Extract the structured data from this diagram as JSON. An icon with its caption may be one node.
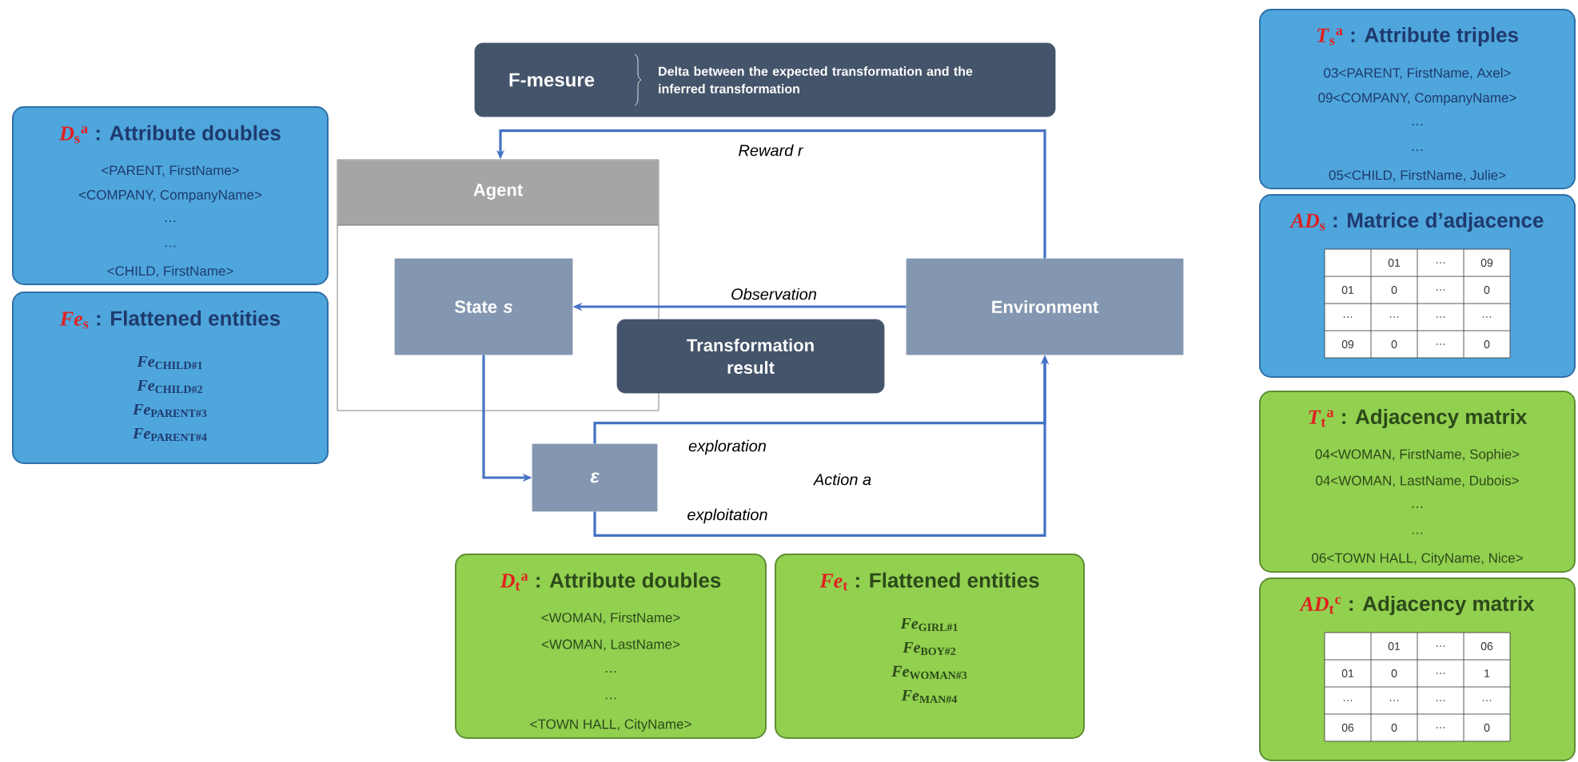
{
  "diagram": {
    "nodes": [
      {
        "text": [
          "F-mesure",
          "Delta between the expected transformation and the inferred transformation"
        ]
      },
      {
        "text": [
          "Agent"
        ]
      },
      {
        "text": [
          "State *s*"
        ],
        "in": 1
      },
      {
        "text": [
          "Transformation result"
        ]
      },
      {
        "text": [
          "Environment"
        ]
      },
      {
        "text": [
          "ε"
        ]
      },
      {
        "text": [
          "*D*$_{s}$$^{a}$",
          ": Attribute doubles",
          "<PARENT, FirstName>",
          "<COMPANY, CompanyName>",
          "…",
          "…",
          "<CHILD, FirstName>"
        ]
      },
      {
        "text": [
          "*Fe*$_{s}$",
          ": Flattened entities",
          "*Fe*$_{CHILD#1}$",
          "*Fe*$_{CHILD#2}$",
          "*Fe*$_{PARENT#3}$",
          "*Fe*$_{PARENT#4}$"
        ]
      },
      {
        "text": [
          "*T*$_{s}$$^{a}$",
          ": Attribute triples",
          "03<PARENT, FirstName, Axel>",
          "09<COMPANY, CompanyName>",
          "…",
          "…",
          "05<CHILD, FirstName, Julie>"
        ]
      },
      {
        "text": [
          "*AD*$_{s}$",
          ": Matrice d’adjacence",
          "01",
          "…",
          "09",
          "01",
          "0",
          "…",
          "0",
          "…",
          "…",
          "…",
          "…",
          "09",
          "0",
          "…",
          "0"
        ]
      },
      {
        "text": [
          "*T*$_{t}$$^{a}$",
          ": Adjacency matrix",
          "04<WOMAN, FirstName, Sophie>",
          "04<WOMAN, LastName, Dubois>",
          "…",
          "…",
          "06<TOWN HALL, CityName, Nice>"
        ]
      },
      {
        "text": [
          "*AD*$_{t}$$^{c}$",
          ": Adjacency matrix",
          "01",
          "…",
          "06",
          "01",
          "0",
          "…",
          "1",
          "…",
          "…",
          "…",
          "…",
          "06",
          "0",
          "…",
          "0"
        ]
      },
      {
        "text": [
          "*D*$_{t}$$^{a}$",
          ": Attribute doubles",
          "<WOMAN, FirstName>",
          "<WOMAN, LastName>",
          "…",
          "…",
          "<TOWN HALL, CityName>"
        ]
      },
      {
        "text": [
          "*Fe*$_{t}$",
          ": Flattened entities",
          "*Fe*$_{GIRL#1}$",
          "*Fe*$_{BOY#2}$",
          "*Fe*$_{WOMAN#3}$",
          "*Fe*$_{MAN#4}$"
        ]
      }
    ],
    "edges": [
      {
        "from": 4,
        "to": 1,
        "arrow": "to",
        "label": "Reward r"
      },
      {
        "from": 4,
        "to": 2,
        "arrow": "to",
        "label": "Observation"
      },
      {
        "from": 2,
        "to": 5,
        "arrow": "to"
      },
      {
        "from": 5,
        "to": 4,
        "arrow": "to",
        "label": "exploration"
      },
      {
        "from": 5,
        "to": 4,
        "arrow": "to",
        "label": "exploitation"
      }
    ],
    "labels": [
      "Action a"
    ]
  }
}
